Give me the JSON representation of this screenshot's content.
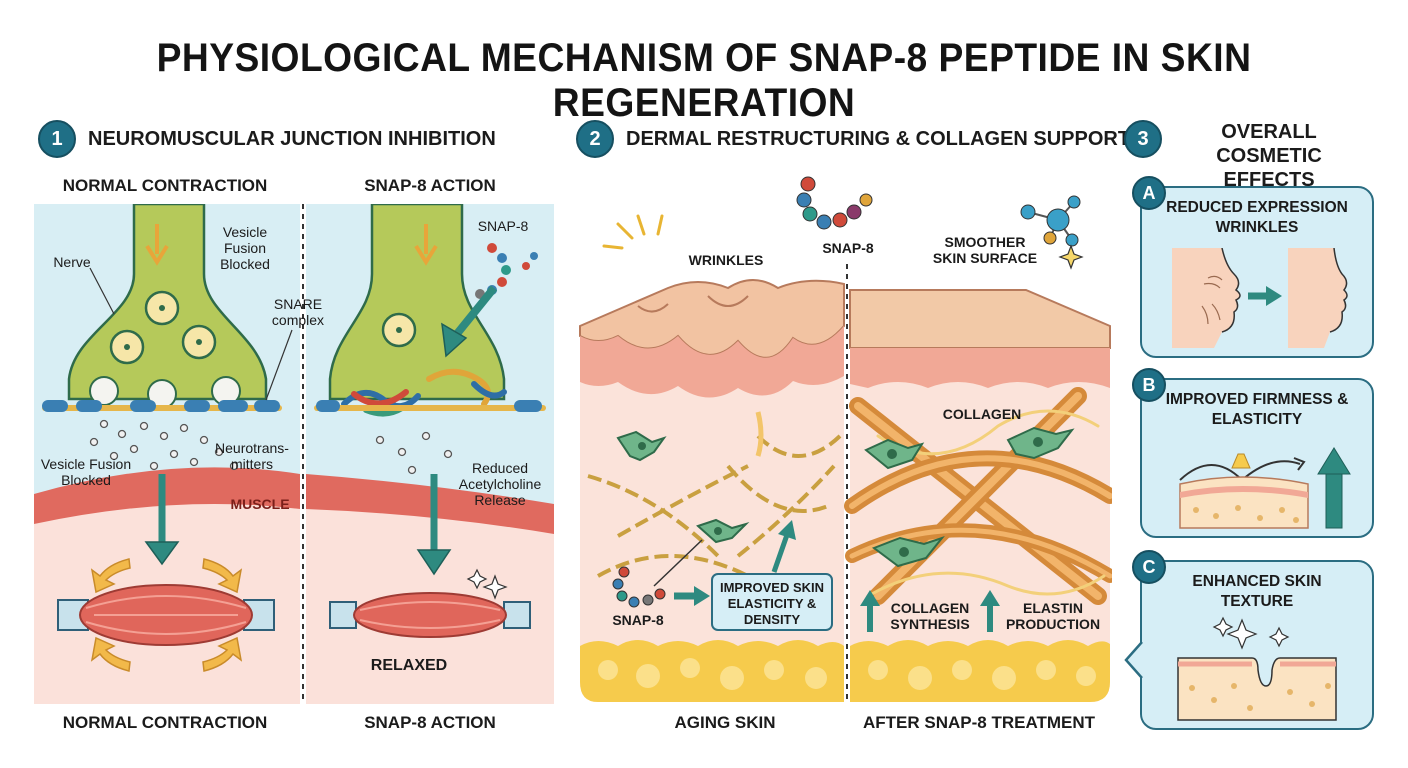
{
  "title": "PHYSIOLOGICAL MECHANISM OF SNAP-8 PEPTIDE IN SKIN REGENERATION",
  "section1": {
    "number": "1",
    "title": "NEUROMUSCULAR JUNCTION INHIBITION",
    "left_header": "NORMAL CONTRACTION",
    "right_header": "SNAP-8 ACTION",
    "left_footer": "NORMAL CONTRACTION",
    "right_footer": "SNAP-8 ACTION",
    "labels": {
      "nerve": "Nerve",
      "vesicle_fusion_top": "Vesicle Fusion Blocked",
      "snare": "SNARE complex",
      "vesicle_fusion_bottom": "Vesicle Fusion Blocked",
      "neurotransmitters": "Neurotrans- mitters",
      "muscle": "MUSCLE",
      "snap8": "SNAP-8",
      "reduced": "Reduced Acetylcholine Release",
      "relaxed": "RELAXED"
    }
  },
  "section2": {
    "number": "2",
    "title": "DERMAL RESTRUCTURING & COLLAGEN SUPPORT",
    "labels": {
      "wrinkles": "WRINKLES",
      "snap8_top": "SNAP-8",
      "smoother": "SMOOTHER SKIN SURFACE",
      "collagen": "COLLAGEN",
      "snap8_bottom": "SNAP-8",
      "improved_box": "IMPROVED SKIN ELASTICITY & DENSITY",
      "collagen_synthesis": "COLLAGEN SYNTHESIS",
      "elastin_production": "ELASTIN PRODUCTION"
    },
    "left_footer": "AGING SKIN",
    "right_footer": "AFTER SNAP-8 TREATMENT"
  },
  "section3": {
    "number": "3",
    "title": "OVERALL COSMETIC EFFECTS",
    "cards": [
      {
        "badge": "A",
        "title": "REDUCED EXPRESSION WRINKLES"
      },
      {
        "badge": "B",
        "title": "IMPROVED FIRMNESS & ELASTICITY"
      },
      {
        "badge": "C",
        "title": "ENHANCED SKIN TEXTURE"
      }
    ]
  },
  "colors": {
    "teal": "#1f6f86",
    "arrow_teal": "#2e8a80",
    "nerve_green": "#b5c95a",
    "panel_blue": "#d6eef6",
    "muscle_red": "#d9645a",
    "skin_pink": "#f7d7cc",
    "fat_yellow": "#f6cb4c"
  }
}
